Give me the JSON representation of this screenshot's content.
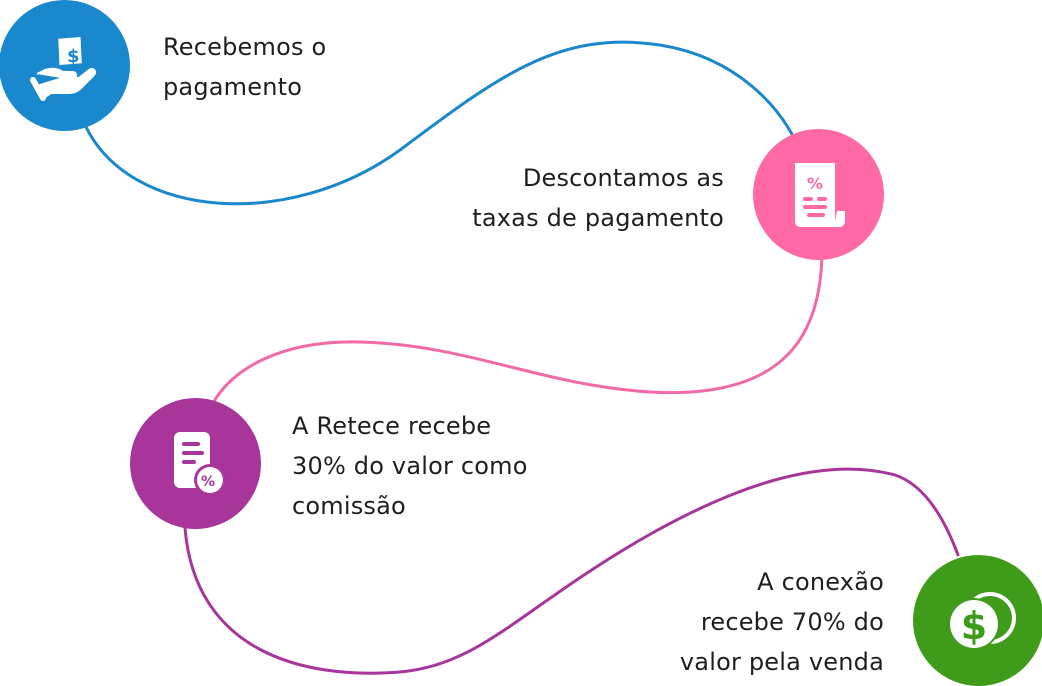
{
  "steps": [
    {
      "text": "Recebemos o\npagamento",
      "icon": "hand-money-icon",
      "color": "#1a88cc"
    },
    {
      "text": "Descontamos as\ntaxas de pagamento",
      "icon": "receipt-percent-icon",
      "color": "#ff6aa6"
    },
    {
      "text": "A Retece recebe\n30% do valor como\ncomissão",
      "icon": "document-percent-icon",
      "color": "#a8359a"
    },
    {
      "text": "A conexão\nrecebe 70% do\nvalor pela venda",
      "icon": "coins-dollar-icon",
      "color": "#3f9b1a"
    }
  ]
}
